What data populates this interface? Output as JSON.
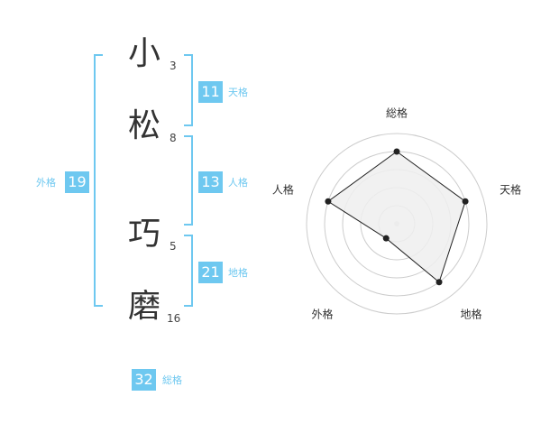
{
  "characters": [
    {
      "char": "小",
      "strokes": "3"
    },
    {
      "char": "松",
      "strokes": "8"
    },
    {
      "char": "巧",
      "strokes": "5"
    },
    {
      "char": "磨",
      "strokes": "16"
    }
  ],
  "kakusu": {
    "tenkaku": {
      "value": "11",
      "label": "天格"
    },
    "jinkaku": {
      "value": "13",
      "label": "人格"
    },
    "chikaku": {
      "value": "21",
      "label": "地格"
    },
    "gaikaku": {
      "value": "19",
      "label": "外格"
    },
    "soukaku": {
      "value": "32",
      "label": "総格"
    }
  },
  "colors": {
    "accent": "#6ec8f0",
    "text": "#333333",
    "radar_fill": "#eeeeee"
  },
  "chart_data": {
    "type": "radar",
    "axes": [
      "総格",
      "天格",
      "地格",
      "外格",
      "人格"
    ],
    "values": [
      4,
      4,
      4,
      1,
      4
    ],
    "max": 5
  }
}
